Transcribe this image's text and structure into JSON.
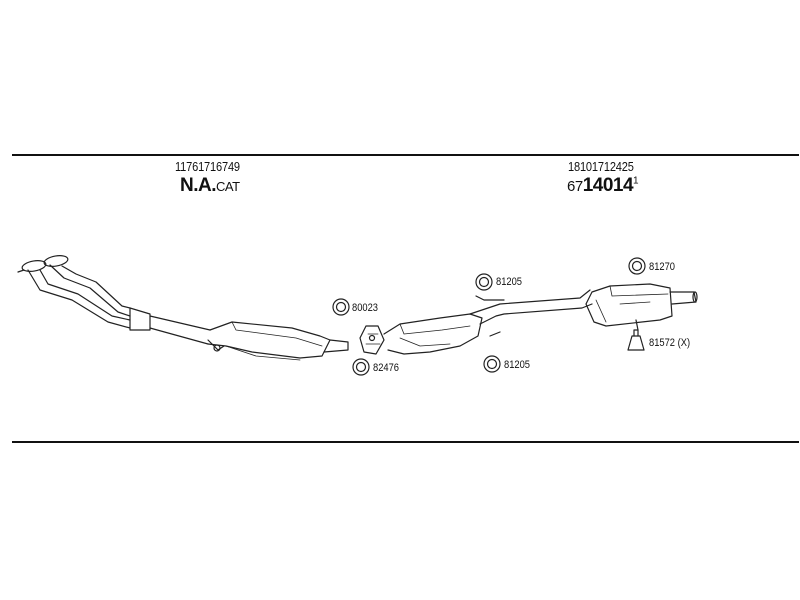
{
  "header": {
    "left": {
      "number": "11761716749",
      "name_bold": "N.A.",
      "name_suffix": "CAT"
    },
    "right": {
      "number": "18101712425",
      "prefix": "67",
      "code": "14014",
      "superscript": "1"
    }
  },
  "parts": [
    {
      "id": "80023",
      "label": "80023"
    },
    {
      "id": "82476",
      "label": "82476"
    },
    {
      "id": "81205a",
      "label": "81205"
    },
    {
      "id": "81205b",
      "label": "81205"
    },
    {
      "id": "81270",
      "label": "81270"
    },
    {
      "id": "81572",
      "label": "81572 (X)"
    }
  ]
}
